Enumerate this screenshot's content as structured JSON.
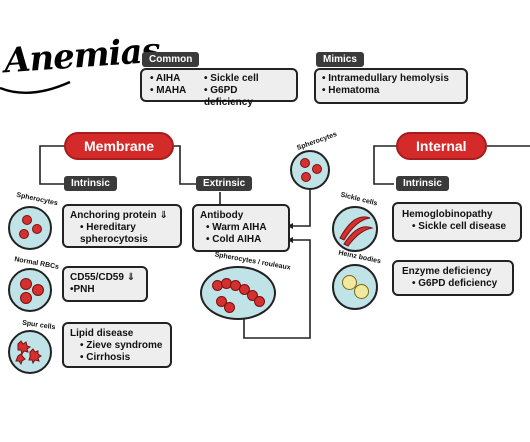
{
  "title": "Anemias",
  "common": {
    "tag": "Common",
    "items": [
      "AIHA",
      "Sickle cell",
      "MAHA",
      "G6PD deficiency"
    ]
  },
  "mimics": {
    "tag": "Mimics",
    "items": [
      "Intramedullary hemolysis",
      "Hematoma"
    ]
  },
  "membrane": {
    "title": "Membrane",
    "intrinsic_tag": "Intrinsic",
    "extrinsic_tag": "Extrinsic",
    "intrinsic": [
      {
        "cell_label": "Spherocytes",
        "heading": "Anchoring protein ⇓",
        "items": [
          "Hereditary spherocytosis"
        ]
      },
      {
        "cell_label": "Normal RBCs",
        "heading": "CD55/CD59 ⇓",
        "items": [
          "PNH"
        ]
      },
      {
        "cell_label": "Spur cells",
        "heading": "Lipid disease",
        "items": [
          "Zieve syndrome",
          "Cirrhosis"
        ]
      }
    ],
    "extrinsic": {
      "heading": "Antibody",
      "items": [
        "Warm AIHA",
        "Cold AIHA"
      ],
      "spherocyte_label": "Spherocytes",
      "rouleaux_label": "Spherocytes / rouleaux"
    }
  },
  "internal": {
    "title": "Internal",
    "intrinsic_tag": "Intrinsic",
    "items": [
      {
        "cell_label": "Sickle cells",
        "heading": "Hemoglobinopathy",
        "items": [
          "Sickle cell disease"
        ]
      },
      {
        "cell_label": "Heinz bodies",
        "heading": "Enzyme deficiency",
        "items": [
          "G6PD deficiency"
        ]
      }
    ]
  },
  "colors": {
    "accent": "#d42a2a",
    "cell_fill": "#bfe3e6",
    "box_fill": "#eeeeee",
    "tag_fill": "#3a3a3a"
  }
}
